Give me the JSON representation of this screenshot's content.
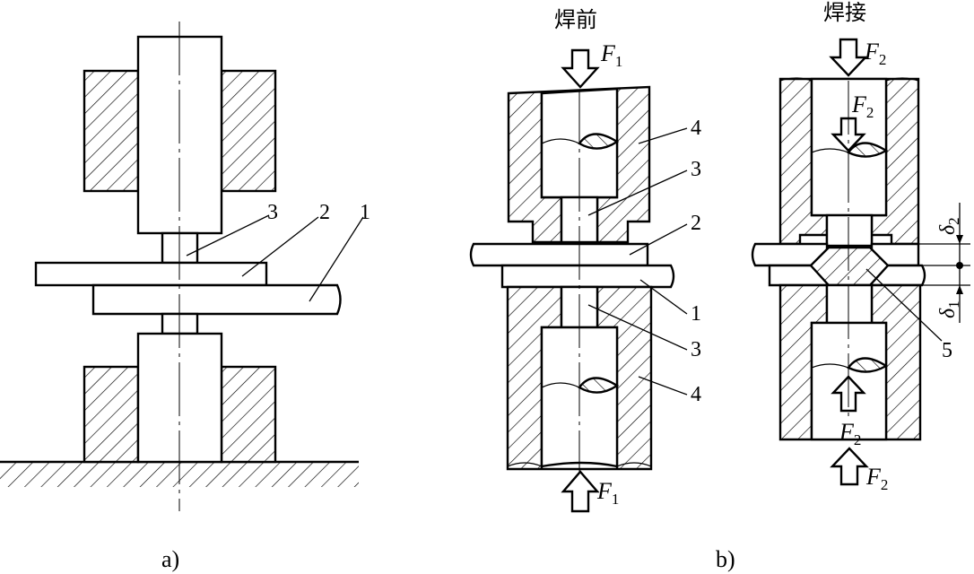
{
  "diagram_a": {
    "part_labels": {
      "l3": "3",
      "l2": "2",
      "l1": "1"
    },
    "caption": "a)"
  },
  "diagram_b": {
    "before": {
      "title": "焊前",
      "force_top": {
        "main": "F",
        "sub": "1"
      },
      "force_bottom": {
        "main": "F",
        "sub": "1"
      },
      "part_labels": {
        "l4_top": "4",
        "l3_top": "3",
        "l2": "2",
        "l1": "1",
        "l3_bottom": "3",
        "l4_bottom": "4"
      }
    },
    "welding": {
      "title": "焊接",
      "force_top": {
        "main": "F",
        "sub": "2"
      },
      "force_inner_top": {
        "main": "F",
        "sub": "2"
      },
      "force_inner_bottom": {
        "main": "F",
        "sub": "2"
      },
      "force_bottom": {
        "main": "F",
        "sub": "2"
      },
      "delta_top": {
        "main": "δ",
        "sub": "2"
      },
      "delta_bottom": {
        "main": "δ",
        "sub": "1"
      },
      "part_label_5": "5"
    },
    "caption": "b)"
  }
}
